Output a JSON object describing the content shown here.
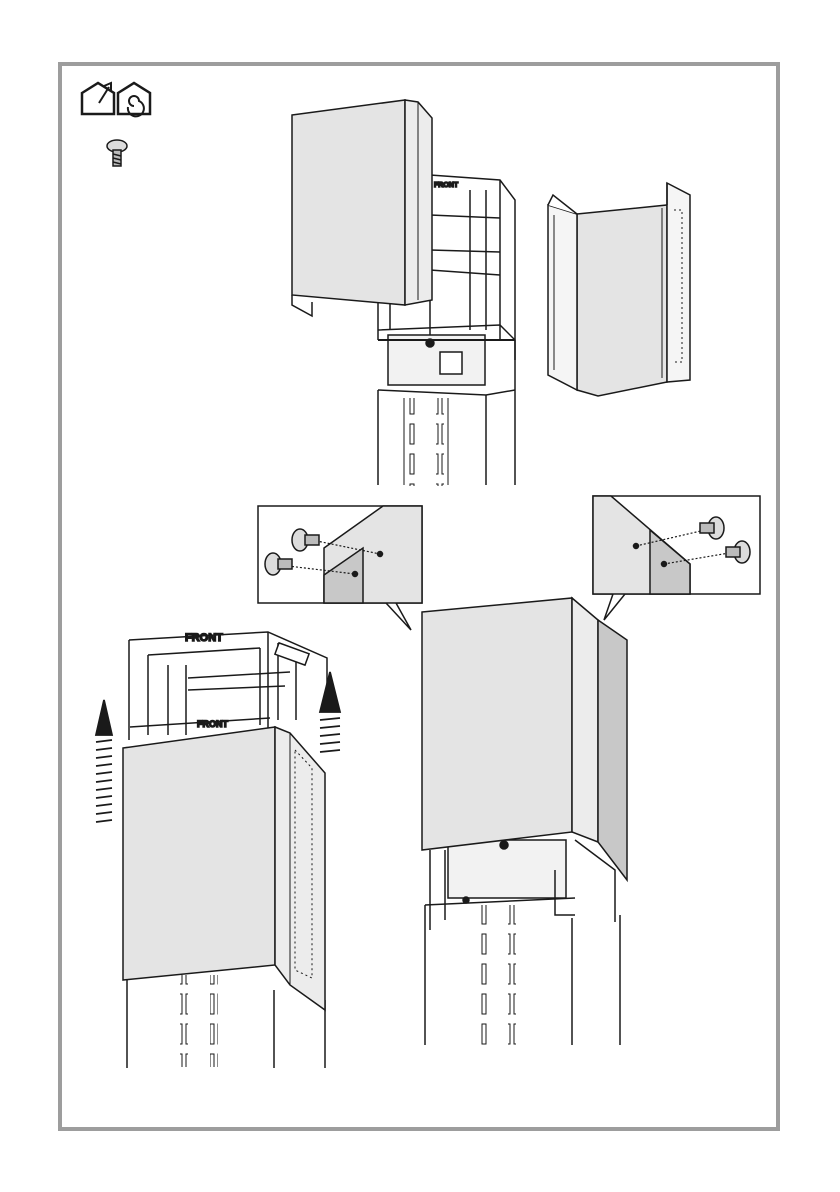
{
  "labels": {
    "front_top": "FRONT",
    "front_lower": "FRONT",
    "front_small": "FRONT"
  },
  "icons": {
    "house_ducting": "house-ducting-icon",
    "house_recirculation": "house-recirculation-icon",
    "screw": "screw-icon"
  },
  "colors": {
    "panel_fill": "#e4e4e4",
    "panel_dark": "#c8c8c8",
    "line": "#1a1a1a",
    "frame_border": "#9d9d9d"
  }
}
